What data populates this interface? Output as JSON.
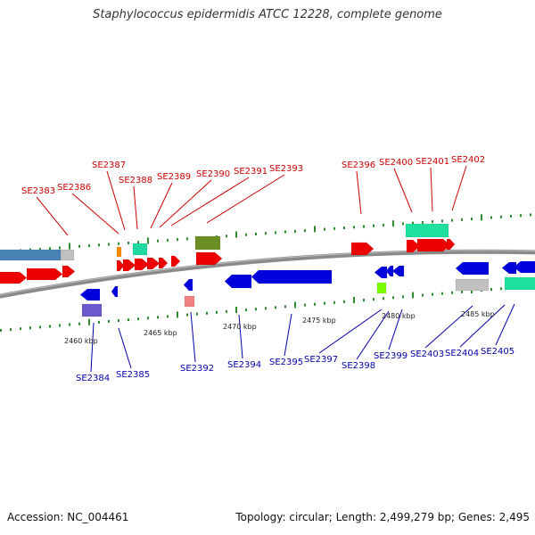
{
  "title": "Staphylococcus epidermidis ATCC 12228, complete genome",
  "footer": {
    "accession": "Accession: NC_004461",
    "topology": "Topology: circular; Length: 2,499,279 bp; Genes: 2,495"
  },
  "colors": {
    "backbone": "#808080",
    "top_label": "#cc0000",
    "bottom_label": "#0000aa",
    "tick": "#2e8b2e"
  },
  "scale_labels": [
    "2460 kbp",
    "2465 kbp",
    "2470 kbp",
    "2475 kbp",
    "2480 kbp",
    "2485 kbp"
  ],
  "top_gene_labels": [
    "SE2383",
    "SE2386",
    "SE2387",
    "SE2388",
    "SE2389",
    "SE2390",
    "SE2391",
    "SE2393",
    "SE2396",
    "SE2400",
    "SE2401",
    "SE2402"
  ],
  "bottom_gene_labels": [
    "SE2384",
    "SE2385",
    "SE2392",
    "SE2394",
    "SE2395",
    "SE2397",
    "SE2398",
    "SE2399",
    "SE2403",
    "SE2404",
    "SE2405"
  ]
}
